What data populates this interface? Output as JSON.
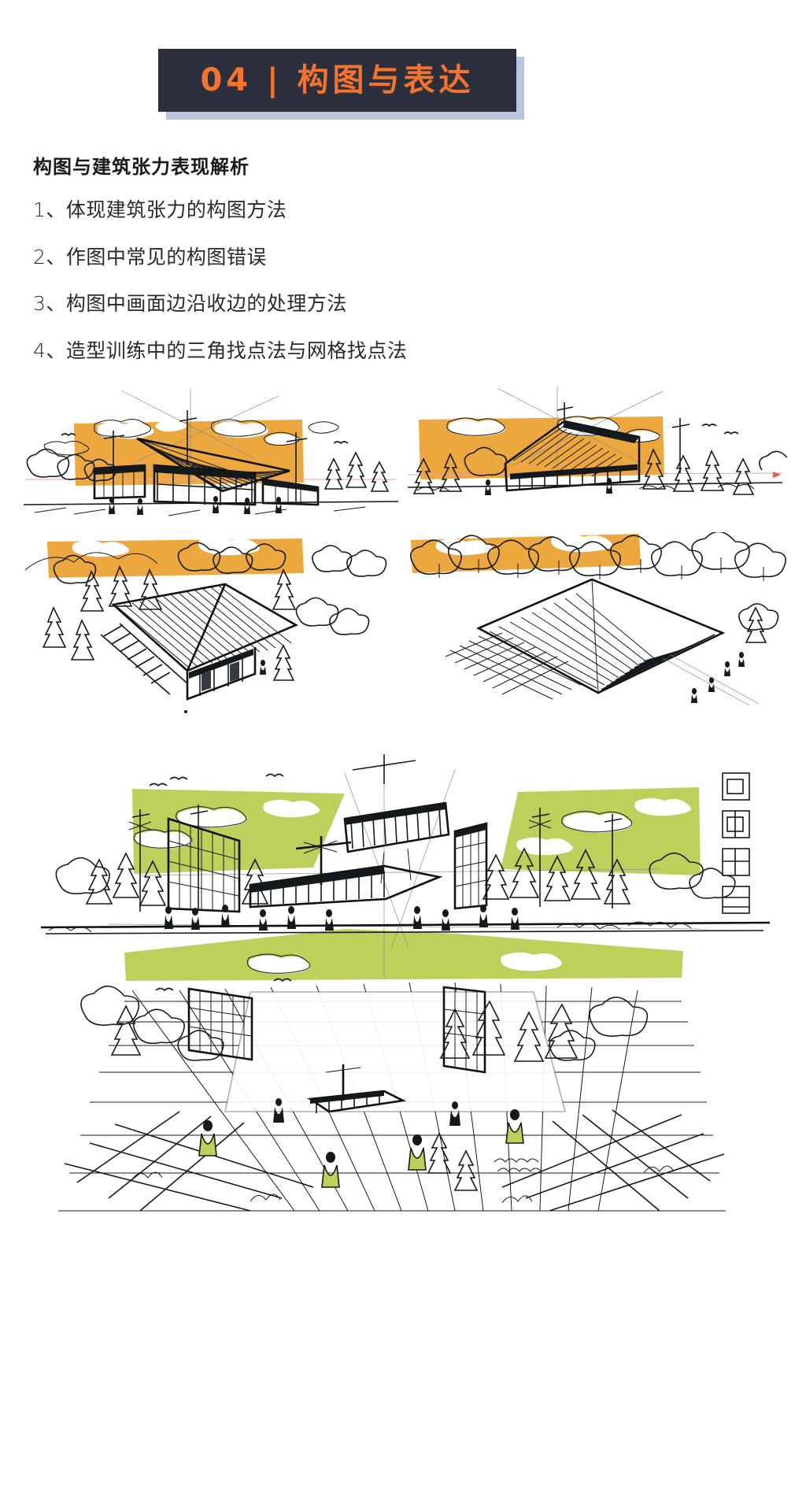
{
  "header": {
    "number": "04",
    "divider": "|",
    "title": "构图与表达",
    "full_title": "04 | 构图与表达",
    "bg_color": "#2b303c",
    "text_color": "#f4732e",
    "shadow_color": "#b9c4dd"
  },
  "section": {
    "subheading": "构图与建筑张力表现解析"
  },
  "topics": [
    {
      "index": "1、",
      "label": "体现建筑张力的构图方法",
      "full": "1、体现建筑张力的构图方法"
    },
    {
      "index": "2、",
      "label": "作图中常见的构图错误",
      "full": "2、作图中常见的构图错误"
    },
    {
      "index": "3、",
      "label": "构图中画面边沿收边的处理方法",
      "full": "3、构图中画面边沿收边的处理方法"
    },
    {
      "index": "4、",
      "label": "造型训练中的三角找点法与网格找点法",
      "full": "4、造型训练中的三角找点法与网格找点法"
    }
  ],
  "figures": [
    {
      "name": "sketch-top-left",
      "description": "钢笔手绘建筑透视草图 — 橙色天空背景、坡屋顶玻璃幕墙建筑、人物与树木",
      "sky_color": "#eca73f",
      "ink_color": "#161a1c",
      "guide_color": "#e8a0a6"
    },
    {
      "name": "sketch-top-right",
      "description": "钢笔手绘建筑透视草图 — 橙色天空、尖屋顶长条形建筑、松树与灌木",
      "sky_color": "#eca73f",
      "ink_color": "#161a1c",
      "guide_color": "#e8a0a6"
    },
    {
      "name": "sketch-mid-left",
      "description": "钢笔手绘鸟瞰草图 — 橙色天空、条纹瓦屋面、楼梯与树丛",
      "sky_color": "#eca73f",
      "ink_color": "#161a1c"
    },
    {
      "name": "sketch-mid-right",
      "description": "钢笔手绘鸟瞰草图 — 橙色天空、大坡屋面、网格铺地与人物",
      "sky_color": "#eca73f",
      "ink_color": "#161a1c"
    },
    {
      "name": "sketch-bottom-large",
      "description": "钢笔手绘大幅广场透视草图 — 绿色景观带、张拉膜构架、广场网格铺地、大量人物点景",
      "sky_color": "#bcd05c",
      "ink_color": "#161a1c"
    }
  ],
  "annotations": {
    "stamp_characters": [
      "口",
      "口",
      "口",
      "口"
    ],
    "stamp_note": "右上角方形印章式题款"
  },
  "colors": {
    "page_background": "#ffffff",
    "ink": "#161a1c",
    "accent_orange": "#f4732e",
    "sky_orange": "#eca73f",
    "sky_green": "#bcd05c",
    "banner_dark": "#2b303c",
    "banner_shadow_blue": "#b9c4dd",
    "guide_red": "#e8a0a6"
  }
}
